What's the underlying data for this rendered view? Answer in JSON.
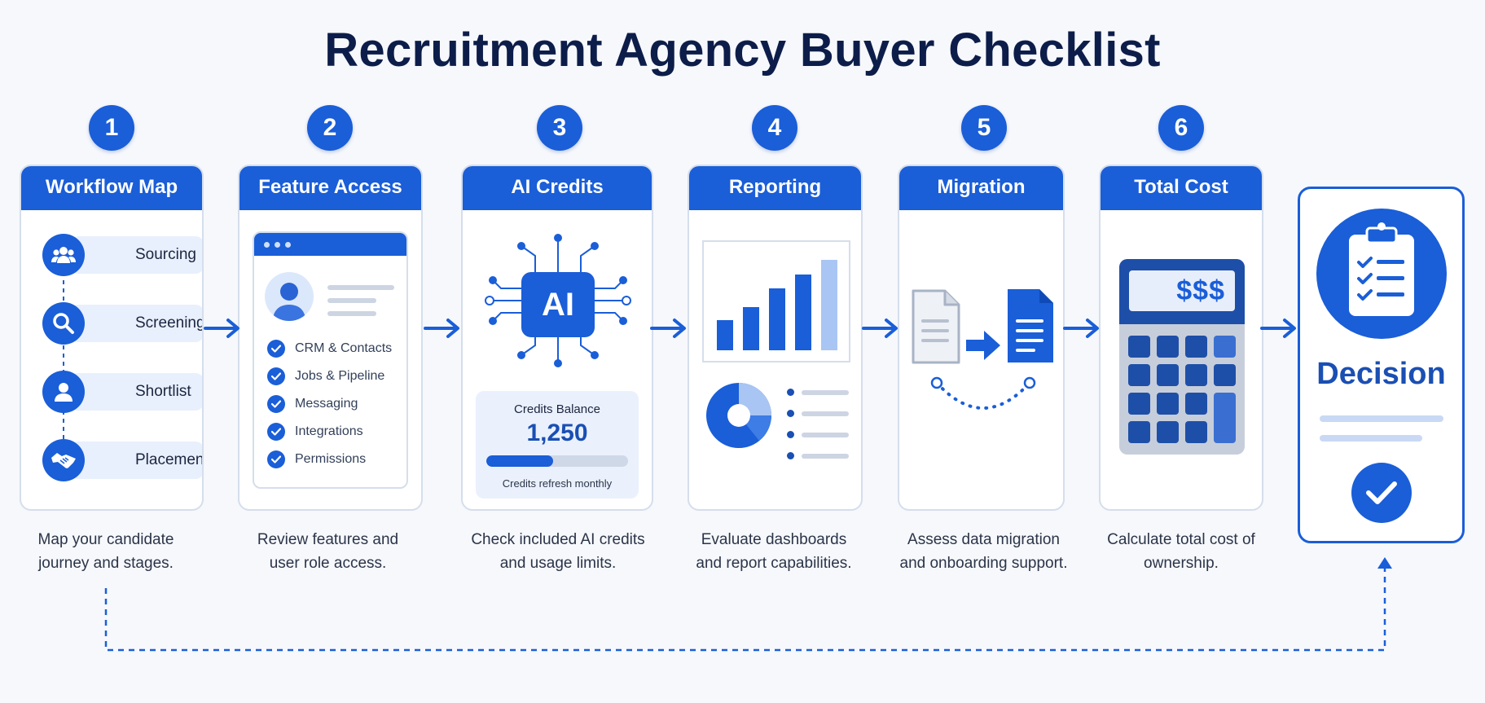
{
  "title": "Recruitment Agency Buyer Checklist",
  "steps": [
    {
      "number": "1",
      "label": "Workflow Map",
      "caption_line1": "Map your candidate",
      "caption_line2": "journey and stages.",
      "stages": [
        "Sourcing",
        "Screening",
        "Shortlist",
        "Placement"
      ]
    },
    {
      "number": "2",
      "label": "Feature Access",
      "caption_line1": "Review features and",
      "caption_line2": "user role access.",
      "features": [
        "CRM & Contacts",
        "Jobs & Pipeline",
        "Messaging",
        "Integrations",
        "Permissions"
      ]
    },
    {
      "number": "3",
      "label": "AI Credits",
      "caption_line1": "Check included AI credits",
      "caption_line2": "and usage limits.",
      "chip_label": "AI",
      "balance_label": "Credits Balance",
      "balance_value": "1,250",
      "balance_fill_fraction": 0.47,
      "refresh_note": "Credits refresh monthly"
    },
    {
      "number": "4",
      "label": "Reporting",
      "caption_line1": "Evaluate dashboards",
      "caption_line2": "and report capabilities."
    },
    {
      "number": "5",
      "label": "Migration",
      "caption_line1": "Assess data migration",
      "caption_line2": "and onboarding support."
    },
    {
      "number": "6",
      "label": "Total Cost",
      "caption_line1": "Calculate total cost of",
      "caption_line2": "ownership.",
      "calculator_display": "$$$"
    }
  ],
  "decision": {
    "label": "Decision"
  },
  "colors": {
    "primary": "#1a5ed8",
    "dark": "#0d1d4a",
    "light": "#e8f0fd",
    "pale": "#a9c5f3"
  },
  "icons": [
    "users-icon",
    "search-icon",
    "user-icon",
    "handshake-icon",
    "check-icon",
    "ai-chip-icon",
    "bar-chart-icon",
    "pie-chart-icon",
    "document-icon",
    "calculator-icon",
    "clipboard-icon"
  ]
}
